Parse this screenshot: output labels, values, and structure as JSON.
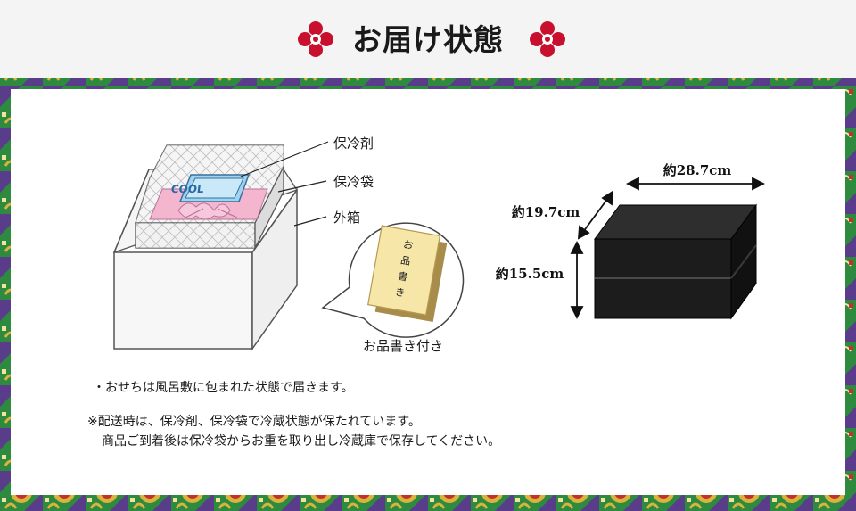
{
  "header": {
    "title": "お届け状態"
  },
  "box_diagram": {
    "labels": {
      "ice_pack": "保冷剤",
      "cooler_bag": "保冷袋",
      "outer_box": "外箱"
    },
    "cool_pack_text": "COOL",
    "menu_card_text": [
      "お",
      "品",
      "書",
      "き"
    ],
    "menu_card_caption": "お品書き付き"
  },
  "jubako": {
    "width": "約28.7cm",
    "depth": "約19.7cm",
    "height": "約15.5cm"
  },
  "notes": {
    "line1": "・おせちは風呂敷に包まれた状態で届きます。",
    "line2": "※配送時は、保冷剤、保冷袋で冷蔵状態が保たれています。",
    "line3": "商品ご到着後は保冷袋からお重を取り出し冷蔵庫で保存してください。"
  },
  "colors": {
    "border_green": "#2d8a3e",
    "border_red": "#c0322b",
    "border_gold": "#d9b43c",
    "border_purple": "#5a3d8a",
    "crest_red": "#c8102e",
    "box_black": "#1c1c1c",
    "wrap_pink": "#f4b6cf",
    "cool_blue": "#9fd3f0"
  }
}
